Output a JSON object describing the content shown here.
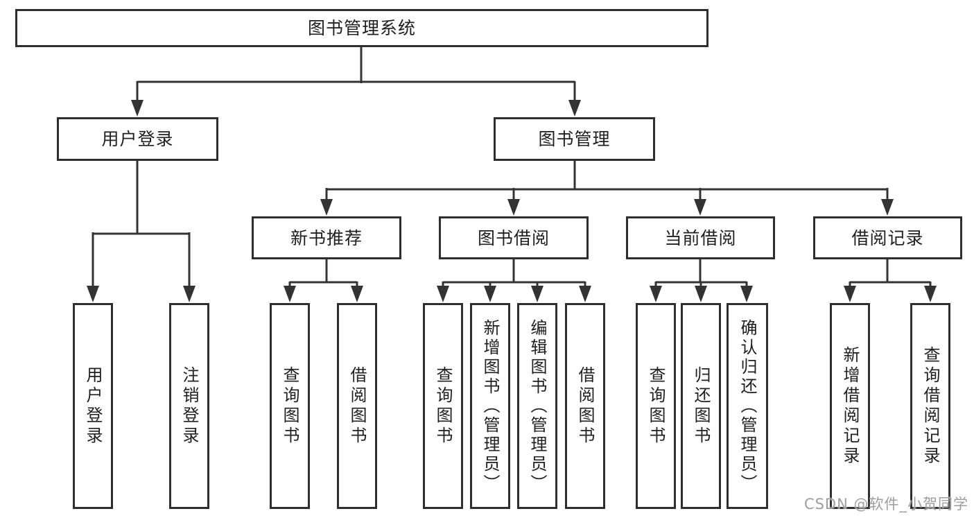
{
  "diagram_type": "hierarchy-tree",
  "colors": {
    "background": "#ffffff",
    "line": "#333333",
    "box_border": "#2e2e2e",
    "text": "#1f1f1f",
    "watermark": "#9e9e9e"
  },
  "tree": {
    "root": {
      "label": "图书管理系统"
    },
    "user_login": {
      "label": "用户登录",
      "children": [
        {
          "label": "用户登录"
        },
        {
          "label": "注销登录"
        }
      ]
    },
    "book_management": {
      "label": "图书管理",
      "groups": [
        {
          "label": "新书推荐",
          "children": [
            {
              "label": "查询图书"
            },
            {
              "label": "借阅图书"
            }
          ]
        },
        {
          "label": "图书借阅",
          "children": [
            {
              "label": "查询图书"
            },
            {
              "label": "新增图书（管理员）"
            },
            {
              "label": "编辑图书（管理员）"
            },
            {
              "label": "借阅图书"
            }
          ]
        },
        {
          "label": "当前借阅",
          "children": [
            {
              "label": "查询图书"
            },
            {
              "label": "归还图书"
            },
            {
              "label": "确认归还（管理员）"
            }
          ]
        },
        {
          "label": "借阅记录",
          "children": [
            {
              "label": "新增借阅记录"
            },
            {
              "label": "查询借阅记录"
            }
          ]
        }
      ]
    }
  },
  "watermark": {
    "text": "CSDN @软件_小贺同学"
  }
}
